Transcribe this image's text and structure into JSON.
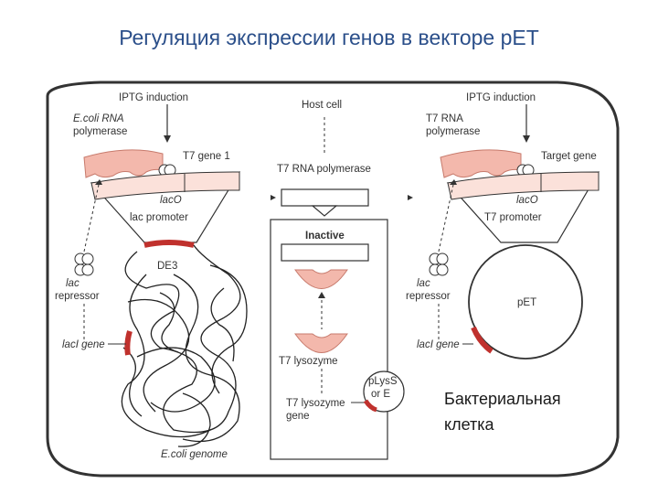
{
  "title": "Регуляция экспрессии генов в векторе pET",
  "labels": {
    "iptg_left": "IPTG induction",
    "iptg_right": "IPTG induction",
    "host_cell": "Host cell",
    "ecoli_rna_pol_1": "E.coli RNA",
    "ecoli_rna_pol_2": "polymerase",
    "t7_gene1": "T7 gene 1",
    "lacO_left": "lacO",
    "lac_promoter": "lac promoter",
    "de3": "DE3",
    "lac_repressor_left_1": "lac",
    "lac_repressor_left_2": "repressor",
    "lacI_gene_left": "lacI gene",
    "ecoli_genome": "E.coli genome",
    "t7_rna_pol_center": "T7 RNA polymerase",
    "inactive": "Inactive",
    "t7_lysozyme": "T7 lysozyme",
    "t7_lysozyme_gene_1": "T7 lysozyme",
    "t7_lysozyme_gene_2": "gene",
    "plyss_1": "pLysS",
    "plyss_2": "or E",
    "t7_rna_pol_right_1": "T7 RNA",
    "t7_rna_pol_right_2": "polymerase",
    "target_gene": "Target gene",
    "lacO_right": "lacO",
    "t7_promoter": "T7 promoter",
    "lac_repressor_right_1": "lac",
    "lac_repressor_right_2": "repressor",
    "pet": "pET",
    "lacI_gene_right": "lacI gene",
    "bacterial_cell_1": "Бактериальная",
    "bacterial_cell_2": "клетка"
  },
  "colors": {
    "title": "#2b4f8a",
    "pink": "#f3b8ac",
    "pink_light": "#fbe1da",
    "dark_red": "#c0312d"
  }
}
